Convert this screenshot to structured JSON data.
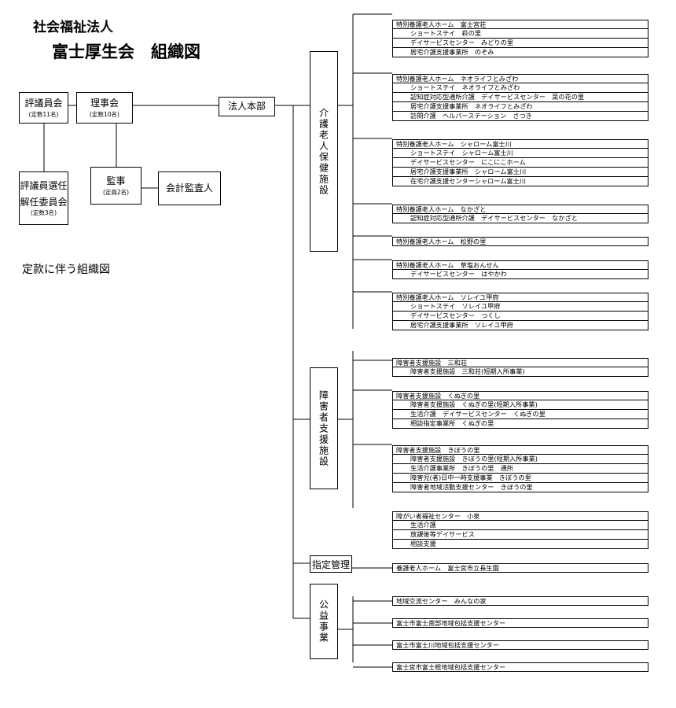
{
  "header": {
    "title1": "社会福祉法人",
    "title2": "富士厚生会　組織図",
    "note": "定款に伴う組織図"
  },
  "org": {
    "hyogiin": {
      "name": "評議員会",
      "sub": "(定数11名)"
    },
    "riji": {
      "name": "理事会",
      "sub": "(定数10名)"
    },
    "honbu": {
      "name": "法人本部"
    },
    "senin": {
      "name1": "評議員選任",
      "name2": "解任委員会",
      "sub": "(定数3名)"
    },
    "kanji": {
      "name": "監事",
      "sub": "(定員2名)"
    },
    "kansa": {
      "name": "会計監査人"
    }
  },
  "divisions": [
    {
      "id": "kaigo",
      "label": "介護老人保健施設"
    },
    {
      "id": "shogai",
      "label": "障害者支援施設"
    },
    {
      "id": "shitei",
      "label": "指定管理"
    },
    {
      "id": "koeki",
      "label": "公益事業"
    }
  ],
  "facilities": [
    {
      "rows": [
        "特別養護老人ホーム　富士宮荘",
        "ショートステイ　萩の里",
        "デイサービスセンター　みどりの里",
        "居宅介護支援事業所　のぞみ"
      ]
    },
    {
      "rows": [
        "特別養護老人ホーム　ネオライフとみざわ",
        "ショートステイ　ネオライフとみざわ",
        "認知症対応型通所介護　デイサービスセンター　菜の花の里",
        "居宅介護支援事業所　ネオライフとみざわ",
        "訪問介護　ヘルパーステーション　さつき"
      ]
    },
    {
      "rows": [
        "特別養護老人ホーム　シャローム富士川",
        "ショートステイ　シャローム富士川",
        "デイサービスセンター　にこにこホーム",
        "居宅介護支援事業所　シャローム富士川",
        "在宅介護支援センターシャローム富士川"
      ]
    },
    {
      "rows": [
        "特別養護老人ホーム　なかざと",
        "認知症対応型通所介護　デイサービスセンター　なかざと"
      ]
    },
    {
      "rows": [
        "特別養護老人ホーム　松野の里"
      ]
    },
    {
      "rows": [
        "特別養護老人ホーム　草塩おんせん",
        "デイサービスセンター　はやかわ"
      ]
    },
    {
      "rows": [
        "特別養護老人ホーム　ソレイユ甲府",
        "ショートステイ　ソレイユ甲府",
        "デイサービスセンター　つくし",
        "居宅介護支援事業所　ソレイユ甲府"
      ]
    },
    {
      "rows": [
        "障害者支援施設　三和荘",
        "障害者支援施設　三和荘(短期入所事業)"
      ]
    },
    {
      "rows": [
        "障害者支援施設　くぬぎの里",
        "障害者支援施設　くぬぎの里(短期入所事業)",
        "生活介護　デイサービスセンター　くぬぎの里",
        "相談指定事業所　くぬぎの里"
      ]
    },
    {
      "rows": [
        "障害者支援施設　きぼうの里",
        "障害者支援施設　きぼうの里(短期入所事業)",
        "生活介護事業所　きぼうの里　通所",
        "障害児(者)日中一時支援事業　きぼうの里",
        "障害者地域活動支援センター　きぼうの里"
      ]
    },
    {
      "rows": [
        "障がい者福祉センター　小泉",
        "生活介護",
        "放課後等デイサービス",
        "相談支援"
      ]
    },
    {
      "rows": [
        "養護老人ホーム　富士宮市立長生園"
      ]
    },
    {
      "rows": [
        "地域交流センター　みんなの家"
      ]
    },
    {
      "rows": [
        "富士市富士南部地域包括支援センター"
      ]
    },
    {
      "rows": [
        "富士市富士川地域包括支援センター"
      ]
    },
    {
      "rows": [
        "富士宮市富士根地域包括支援センター"
      ]
    }
  ]
}
